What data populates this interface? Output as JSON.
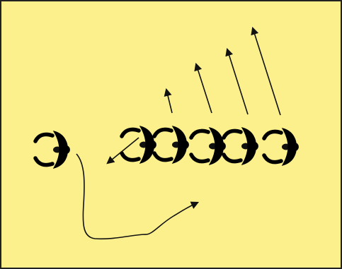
{
  "diagram": {
    "background_color": "#FCF08C",
    "border_color": "#222222",
    "arrow_color": "#111111",
    "players": [
      {
        "role": "blue-player",
        "shirt_color": "#1E9BDB",
        "skin_color": "#F8C8A0"
      },
      {
        "role": "red-player",
        "shirt_color": "#E8141C",
        "skin_color": "#F8C8A0",
        "count": 5
      }
    ]
  }
}
